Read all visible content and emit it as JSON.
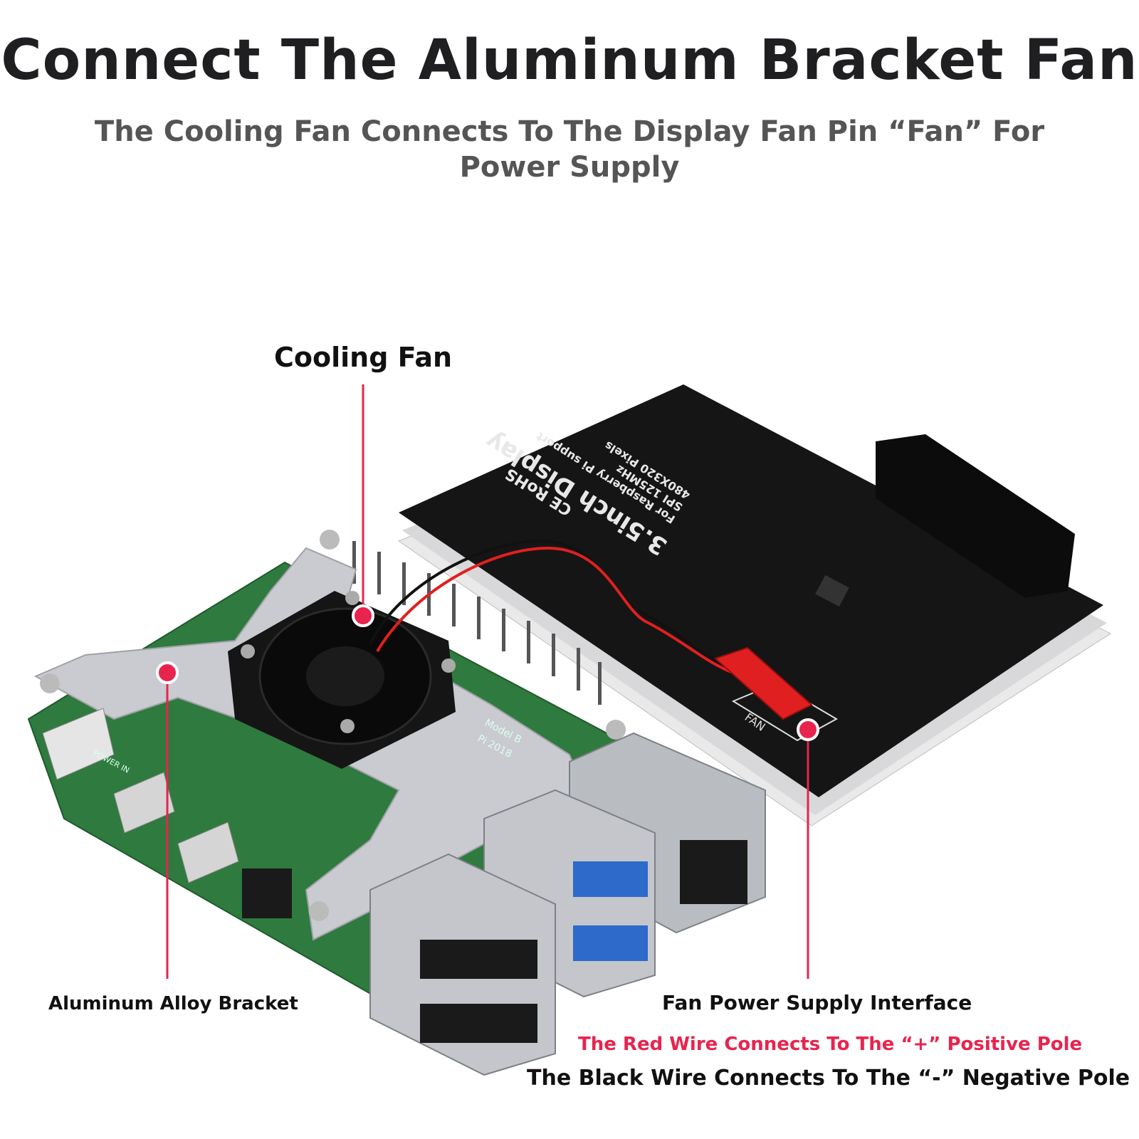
{
  "header": {
    "title": "Connect The Aluminum Bracket Fan",
    "subtitle": "The Cooling Fan Connects To The Display Fan Pin “Fan” For Power Supply"
  },
  "callouts": {
    "cooling_fan": "Cooling Fan",
    "bracket": "Aluminum Alloy Bracket",
    "fan_interface": "Fan Power Supply Interface"
  },
  "notes": {
    "red_wire": "The Red Wire Connects To The “+” Positive Pole",
    "black_wire": "The Black Wire Connects To The “-” Negative Pole"
  },
  "display_board": {
    "brand_line": "3.5inch Display",
    "line2": "For Raspberry Pi support",
    "line3": "SPI 125MHz",
    "line4": "480X320 Pixels",
    "marks": "CE RoHS",
    "fan_label": "FAN"
  },
  "pi_board": {
    "model": "Model B",
    "year": "Pi 2018",
    "power_label": "POWER IN"
  },
  "colors": {
    "accent": "#e8244e",
    "pcb": "#2f7a3e",
    "display_pcb": "#151515",
    "aluminum": "#c9cbd0",
    "red_wire": "#e02020"
  }
}
